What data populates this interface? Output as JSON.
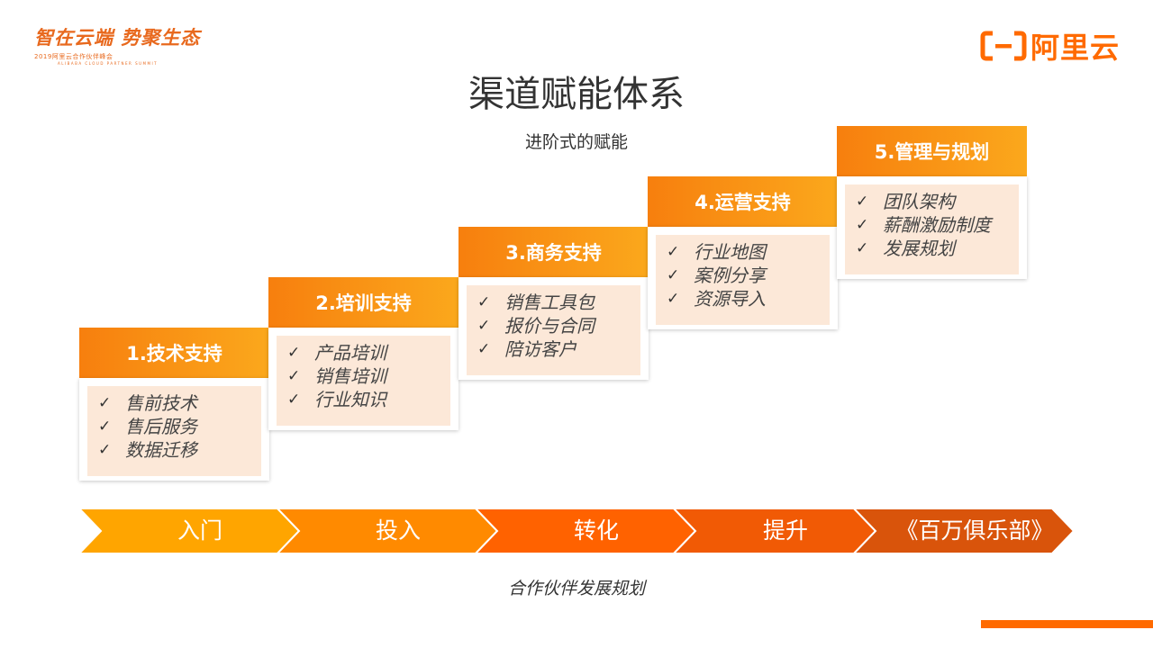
{
  "header": {
    "slogan": "智在云端 势聚生态",
    "summit": "2019阿里云合作伙伴峰会",
    "summit_en": "ALIBABA CLOUD PARTNER SUMMIT",
    "brand": "阿里云",
    "brand_icon": "alibaba-cloud-bracket-icon"
  },
  "title": "渠道赋能体系",
  "subtitle": "进阶式的赋能",
  "steps": [
    {
      "title": "1.技术支持",
      "items": [
        "售前技术",
        "售后服务",
        "数据迁移"
      ]
    },
    {
      "title": "2.培训支持",
      "items": [
        "产品培训",
        "销售培训",
        "行业知识"
      ]
    },
    {
      "title": "3.商务支持",
      "items": [
        "销售工具包",
        "报价与合同",
        "陪访客户"
      ]
    },
    {
      "title": "4.运营支持",
      "items": [
        "行业地图",
        "案例分享",
        "资源导入"
      ]
    },
    {
      "title": "5.管理与规划",
      "items": [
        "团队架构",
        "薪酬激励制度",
        "发展规划"
      ]
    }
  ],
  "check_mark": "✓",
  "stages": [
    "入门",
    "投入",
    "转化",
    "提升",
    "《百万俱乐部》"
  ],
  "stage_colors": [
    "#ffa500",
    "#ff8a00",
    "#ff6200",
    "#f15a05",
    "#d9540b"
  ],
  "footer": "合作伙伴发展规划",
  "colors": {
    "accent": "#ff6a00",
    "header_start": "#f77f0e",
    "header_end": "#fba81c",
    "card_fill": "#fce8d8"
  }
}
